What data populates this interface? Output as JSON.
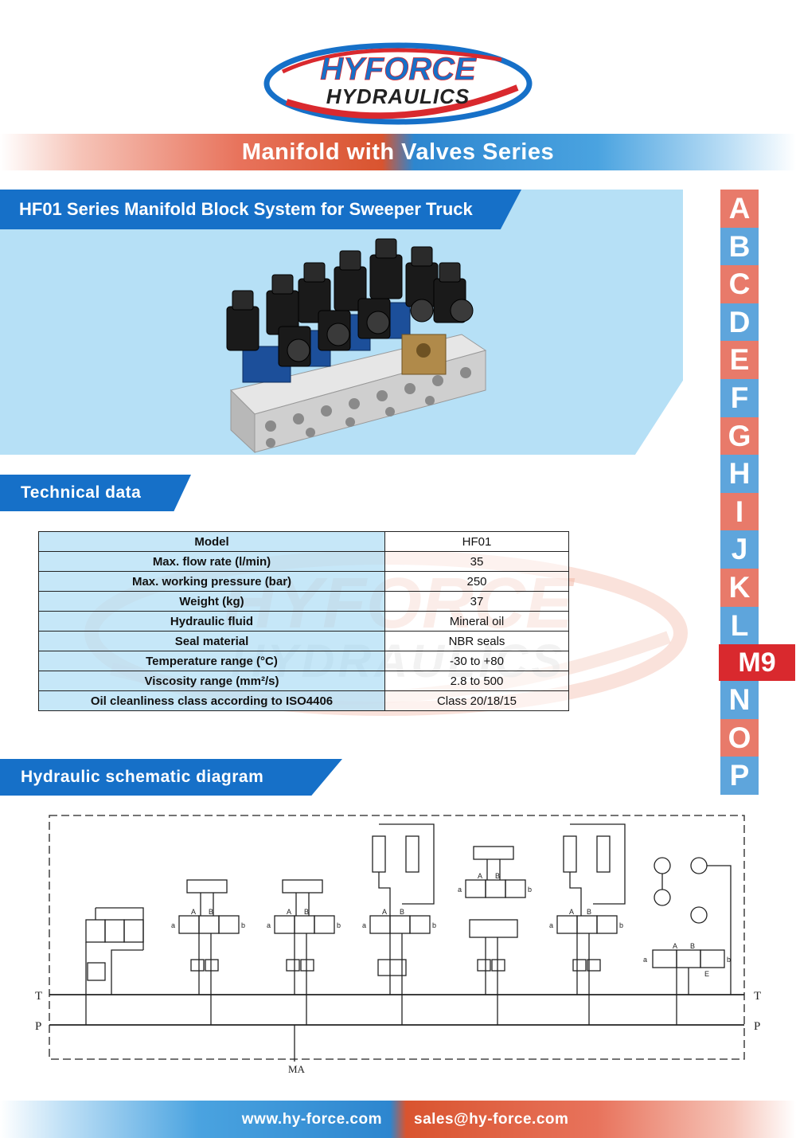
{
  "brand": {
    "name_line1": "HYFORCE",
    "name_line2": "HYDRAULICS"
  },
  "series_title": "Manifold with Valves Series",
  "product_title": "HF01 Series Manifold Block System for Sweeper Truck",
  "sections": {
    "technical": "Technical data",
    "schematic": "Hydraulic schematic diagram"
  },
  "table": {
    "rows": [
      {
        "label": "Model",
        "value": "HF01"
      },
      {
        "label": "Max. flow rate (l/min)",
        "value": "35"
      },
      {
        "label": "Max. working pressure (bar)",
        "value": "250"
      },
      {
        "label": "Weight (kg)",
        "value": "37"
      },
      {
        "label": "Hydraulic fluid",
        "value": "Mineral oil"
      },
      {
        "label": "Seal material",
        "value": "NBR seals"
      },
      {
        "label": "Temperature range (°C)",
        "value": "-30 to +80"
      },
      {
        "label": "Viscosity range (mm²/s)",
        "value": "2.8 to 500"
      },
      {
        "label": "Oil cleanliness class according to ISO4406",
        "value": "Class 20/18/15"
      }
    ]
  },
  "side_index": {
    "letters": [
      "A",
      "B",
      "C",
      "D",
      "E",
      "F",
      "G",
      "H",
      "I",
      "J",
      "K",
      "L",
      "M9",
      "N",
      "O",
      "P"
    ],
    "active": "M9"
  },
  "schematic_labels": {
    "tank": "T",
    "pressure": "P",
    "gauge": "MA",
    "port_a": "A",
    "port_b": "B",
    "port_p": "P",
    "port_t": "T",
    "sol_a": "a",
    "sol_b": "b",
    "drain": "E"
  },
  "footer": {
    "website": "www.hy-force.com",
    "email": "sales@hy-force.com"
  },
  "colors": {
    "brand_blue": "#1670c8",
    "brand_red": "#d9292e",
    "panel_blue": "#b6e0f6",
    "side_red": "#e87a6a",
    "side_blue": "#5ea5dc"
  }
}
